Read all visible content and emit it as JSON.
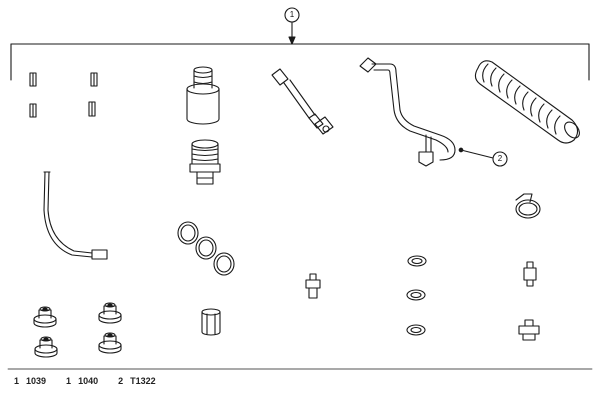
{
  "callouts": [
    {
      "label": "1"
    },
    {
      "label": "2"
    }
  ],
  "parts_refs": [
    {
      "qty": "1",
      "code": "1039"
    },
    {
      "qty": "1",
      "code": "1040"
    },
    {
      "qty": "2",
      "code": "T1322"
    }
  ]
}
